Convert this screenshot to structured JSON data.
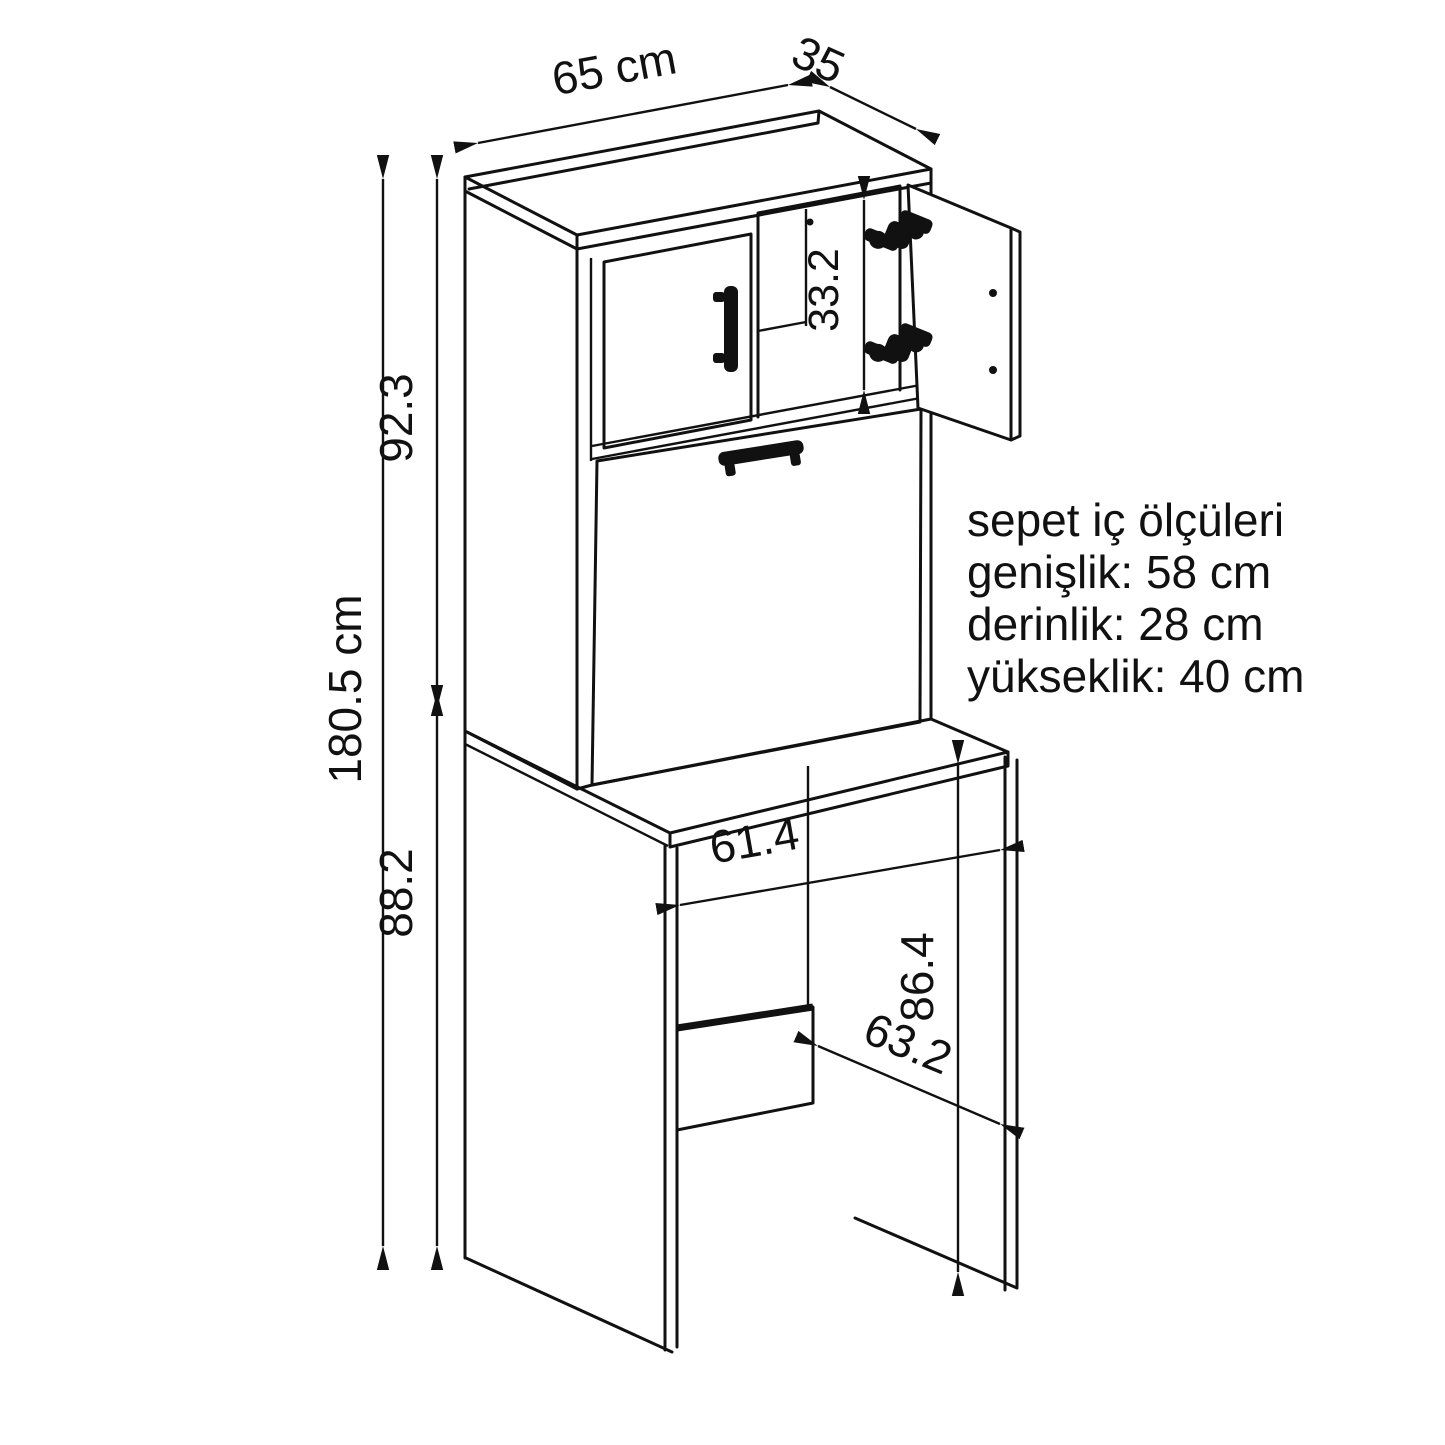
{
  "drawing": {
    "kind": "furniture-technical-drawing",
    "unit": "cm",
    "colors": {
      "line": "#111111",
      "background": "#ffffff"
    }
  },
  "dims": {
    "width_top": "65 cm",
    "depth_top": "35",
    "upper_height": "92.3",
    "door_opening_height": "33.2",
    "total_height": "180.5 cm",
    "lower_height": "88.2",
    "niche_width": "61.4",
    "niche_height": "86.4",
    "niche_depth": "63.2"
  },
  "notes": {
    "title": "sepet iç ölçüleri",
    "width": "genişlik: 58 cm",
    "depth": "derinlik: 28 cm",
    "height": "yükseklik: 40 cm"
  }
}
